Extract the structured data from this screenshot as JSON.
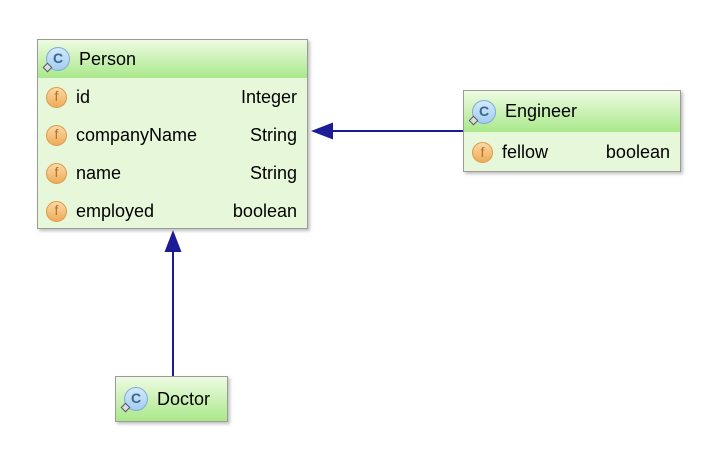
{
  "diagram": {
    "icons": {
      "class_letter": "C",
      "field_letter": "f"
    },
    "classes": [
      {
        "name": "Person",
        "fields": [
          {
            "name": "id",
            "type": "Integer"
          },
          {
            "name": "companyName",
            "type": "String"
          },
          {
            "name": "name",
            "type": "String"
          },
          {
            "name": "employed",
            "type": "boolean"
          }
        ]
      },
      {
        "name": "Engineer",
        "fields": [
          {
            "name": "fellow",
            "type": "boolean"
          }
        ]
      },
      {
        "name": "Doctor",
        "fields": []
      }
    ],
    "relations": [
      {
        "from": "Engineer",
        "to": "Person",
        "type": "inheritance"
      },
      {
        "from": "Doctor",
        "to": "Person",
        "type": "inheritance"
      }
    ],
    "colors": {
      "header_gradient_top": "#eefbe2",
      "header_gradient_bottom": "#a9e88a",
      "body_background": "#e6f8d9",
      "box_border": "#9b9b9b",
      "arrow": "#1c1c96",
      "class_icon_fill": "#bcdcf6",
      "class_icon_letter": "#38678f",
      "field_icon_fill": "#f5c184",
      "field_icon_letter": "#b5702a",
      "text": "#000000",
      "background": "#ffffff"
    }
  }
}
